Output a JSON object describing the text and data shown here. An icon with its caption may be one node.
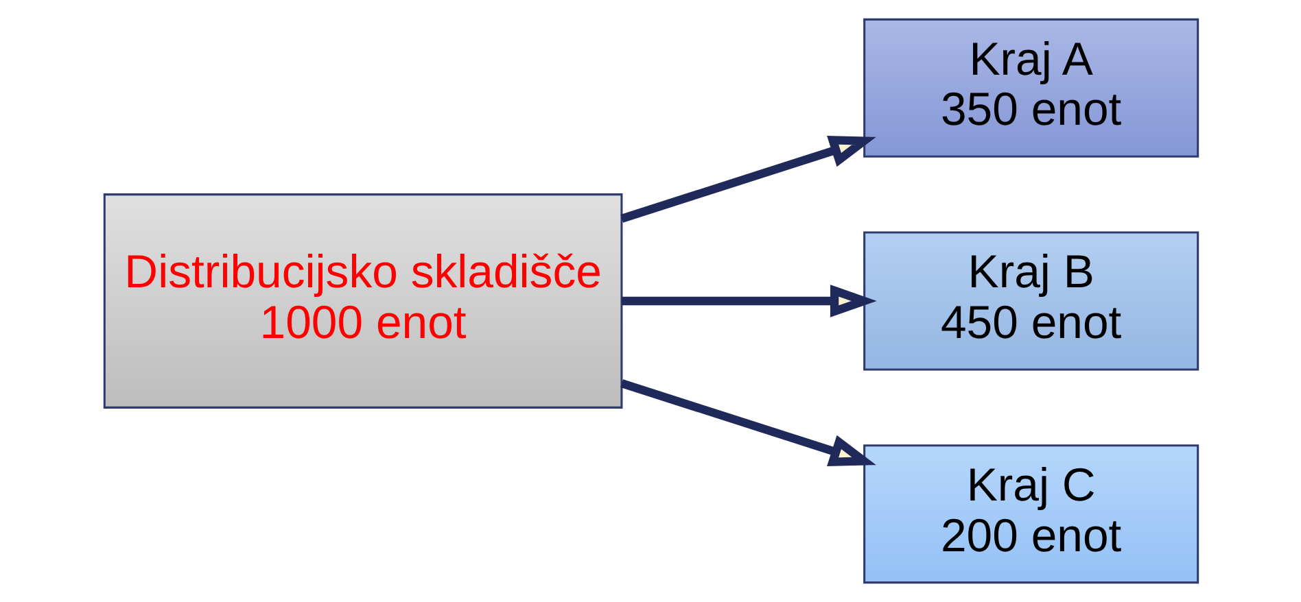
{
  "diagram": {
    "nodes": [
      {
        "text": [
          "Distribucijsko skladišče",
          "1000 enot"
        ]
      },
      {
        "text": [
          "Kraj A",
          "350 enot"
        ]
      },
      {
        "text": [
          "Kraj B",
          "450 enot"
        ]
      },
      {
        "text": [
          "Kraj C",
          "200 enot"
        ]
      }
    ],
    "edges": [
      {
        "from": 0,
        "to": 1,
        "arrow": "to"
      },
      {
        "from": 0,
        "to": 2,
        "arrow": "to"
      },
      {
        "from": 0,
        "to": 3,
        "arrow": "to"
      }
    ]
  }
}
